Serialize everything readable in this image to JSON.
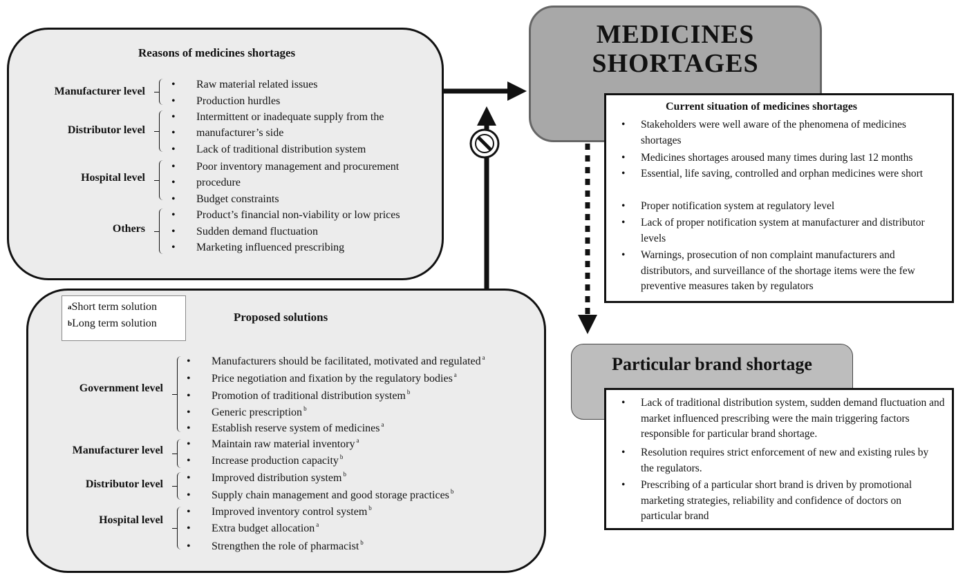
{
  "main_title": "MEDICINES\nSHORTAGES",
  "reasons": {
    "heading": "Reasons of medicines shortages",
    "groups": [
      {
        "label": "Manufacturer level",
        "items": [
          "Raw material related issues",
          "Production hurdles"
        ]
      },
      {
        "label": "Distributor level",
        "items": [
          "Intermittent or inadequate supply from the",
          "manufacturer’s side",
          "Lack of traditional distribution system"
        ]
      },
      {
        "label": "Hospital level",
        "items": [
          "Poor inventory management and procurement",
          "procedure",
          "Budget constraints"
        ]
      },
      {
        "label": "Others",
        "items": [
          "Product’s financial non-viability or low prices",
          "Sudden demand fluctuation",
          "Marketing influenced prescribing"
        ]
      }
    ]
  },
  "legend": {
    "a_mark": "a",
    "a_text": "Short term solution",
    "b_mark": "b",
    "b_text": "Long term solution"
  },
  "solutions": {
    "heading": "Proposed solutions",
    "groups": [
      {
        "label": "Government level",
        "items": [
          {
            "text": "Manufacturers should be facilitated, motivated and regulated",
            "mark": "a"
          },
          {
            "text": "Price negotiation and fixation by the regulatory bodies",
            "mark": "a"
          },
          {
            "text": "Promotion of traditional distribution system",
            "mark": "b"
          },
          {
            "text": "Generic prescription",
            "mark": "b"
          },
          {
            "text": "Establish reserve system of medicines",
            "mark": "a"
          }
        ]
      },
      {
        "label": "Manufacturer level",
        "items": [
          {
            "text": "Maintain raw material inventory",
            "mark": "a"
          },
          {
            "text": "Increase production capacity",
            "mark": "b"
          }
        ]
      },
      {
        "label": "Distributor level",
        "items": [
          {
            "text": "Improved distribution system",
            "mark": "b"
          },
          {
            "text": "Supply chain management and good storage practices",
            "mark": "b"
          }
        ]
      },
      {
        "label": "Hospital level",
        "items": [
          {
            "text": "Improved inventory control system",
            "mark": "b"
          },
          {
            "text": "Extra budget allocation",
            "mark": "a"
          },
          {
            "text": "Strengthen the role of pharmacist",
            "mark": "b"
          }
        ]
      }
    ]
  },
  "current": {
    "heading": "Current situation of medicines shortages",
    "items": [
      "Stakeholders were well aware of the phenomena of medicines shortages",
      "Medicines shortages aroused many times during last 12 months",
      "Essential, life saving, controlled and orphan medicines were short",
      "Proper notification system at regulatory level",
      "Lack of proper notification system at manufacturer and distributor levels",
      "Warnings, prosecution of non complaint manufacturers and distributors, and surveillance of the shortage items were the few preventive measures taken by regulators"
    ]
  },
  "particular": {
    "heading": "Particular brand shortage",
    "items": [
      "Lack of traditional distribution system, sudden demand fluctuation and market influenced prescribing were the main triggering factors responsible for particular brand shortage.",
      "Resolution requires strict enforcement of new and existing rules by the regulators.",
      "Prescribing of a particular short brand is driven by promotional marketing strategies, reliability and confidence of doctors on particular brand"
    ]
  },
  "icons": {
    "block": "no-entry-icon"
  }
}
